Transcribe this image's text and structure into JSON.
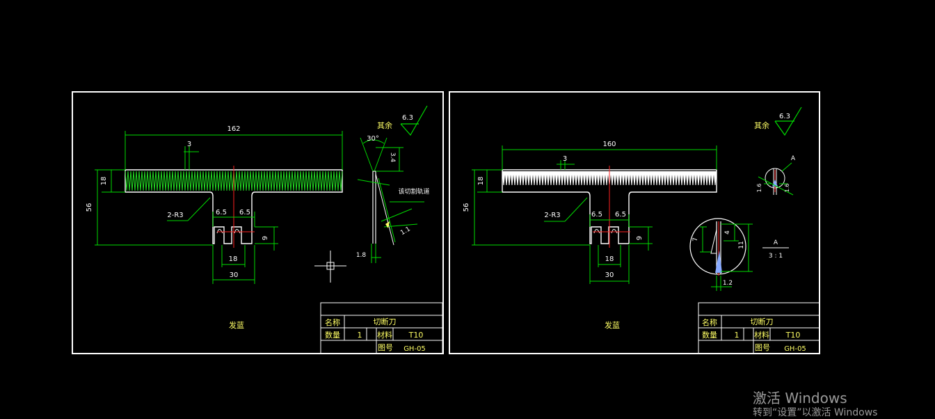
{
  "colors": {
    "background": "#000000",
    "frame": "#ffffff",
    "dimension": "#00dd00",
    "annotation": "#ffff66",
    "centerline": "#ff2020",
    "watermark": "#9a9a9a"
  },
  "sheet1": {
    "length_dim": "162",
    "tooth_pitch_dim": "3",
    "tooth_height_dim": "18",
    "overall_height_dim": "56",
    "radius_note": "2-R3",
    "slot_left_dim": "6.5",
    "slot_right_dim": "6.5",
    "slot_inner_dim": "18",
    "slot_outer_dim": "30",
    "slot_depth_dim": "9",
    "angle_dim": "30°",
    "edge_dim_a": "3.4",
    "edge_dim_b": "1.1",
    "thickness_dim": "1.8",
    "edge_note": "该切割轨道",
    "roughness_label": "其余",
    "roughness_value": "6.3",
    "treatment_note": "发蓝"
  },
  "sheet2": {
    "length_dim": "160",
    "tooth_pitch_dim": "3",
    "tooth_height_dim": "18",
    "overall_height_dim": "56",
    "radius_note": "2-R3",
    "slot_left_dim": "6.5",
    "slot_right_dim": "6.5",
    "slot_inner_dim": "18",
    "slot_outer_dim": "30",
    "slot_depth_dim": "9",
    "detail_label": "A",
    "detail_dim_a": "1.6",
    "detail_dim_b": "1.6",
    "detail_dim_c": "7",
    "detail_dim_d": "4",
    "detail_dim_e": "11",
    "detail_dim_f": "1.2",
    "scale_label": "A",
    "scale_value": "3 : 1",
    "roughness_label": "其余",
    "roughness_value": "6.3",
    "treatment_note": "发蓝"
  },
  "title_block": {
    "name_label": "名称",
    "name_value": "切断刀",
    "qty_label": "数量",
    "qty_value": "1",
    "material_label": "材料",
    "material_value": "T10",
    "drawing_no_label": "图号",
    "drawing_no_value": "GH-05"
  },
  "watermark": {
    "line1": "激活 Windows",
    "line2": "转到“设置”以激活 Windows"
  }
}
